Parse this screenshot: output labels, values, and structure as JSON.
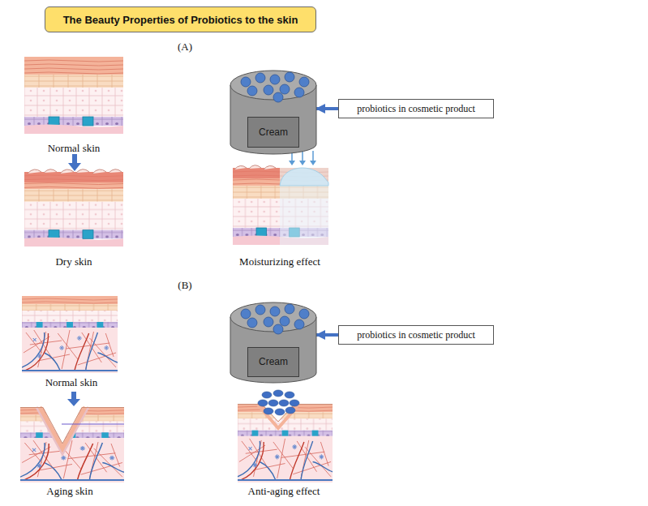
{
  "diagram": {
    "title": "The Beauty Properties of Probiotics to the skin",
    "nodes": [
      {
        "text": [
          "Cream"
        ]
      },
      {
        "text": [
          "probiotics in cosmetic product"
        ]
      },
      {
        "text": [
          "Cream"
        ]
      },
      {
        "text": [
          "probiotics in cosmetic product"
        ]
      }
    ],
    "edges": [
      {
        "from": 1,
        "to": 0,
        "arrow": "to"
      },
      {
        "from": 3,
        "to": 2,
        "arrow": "to"
      }
    ],
    "labels": [
      "(A)",
      "Normal skin",
      "Dry skin",
      "Moisturizing effect",
      "(B)",
      "Normal skin",
      "Aging skin",
      "Anti-aging effect"
    ]
  }
}
